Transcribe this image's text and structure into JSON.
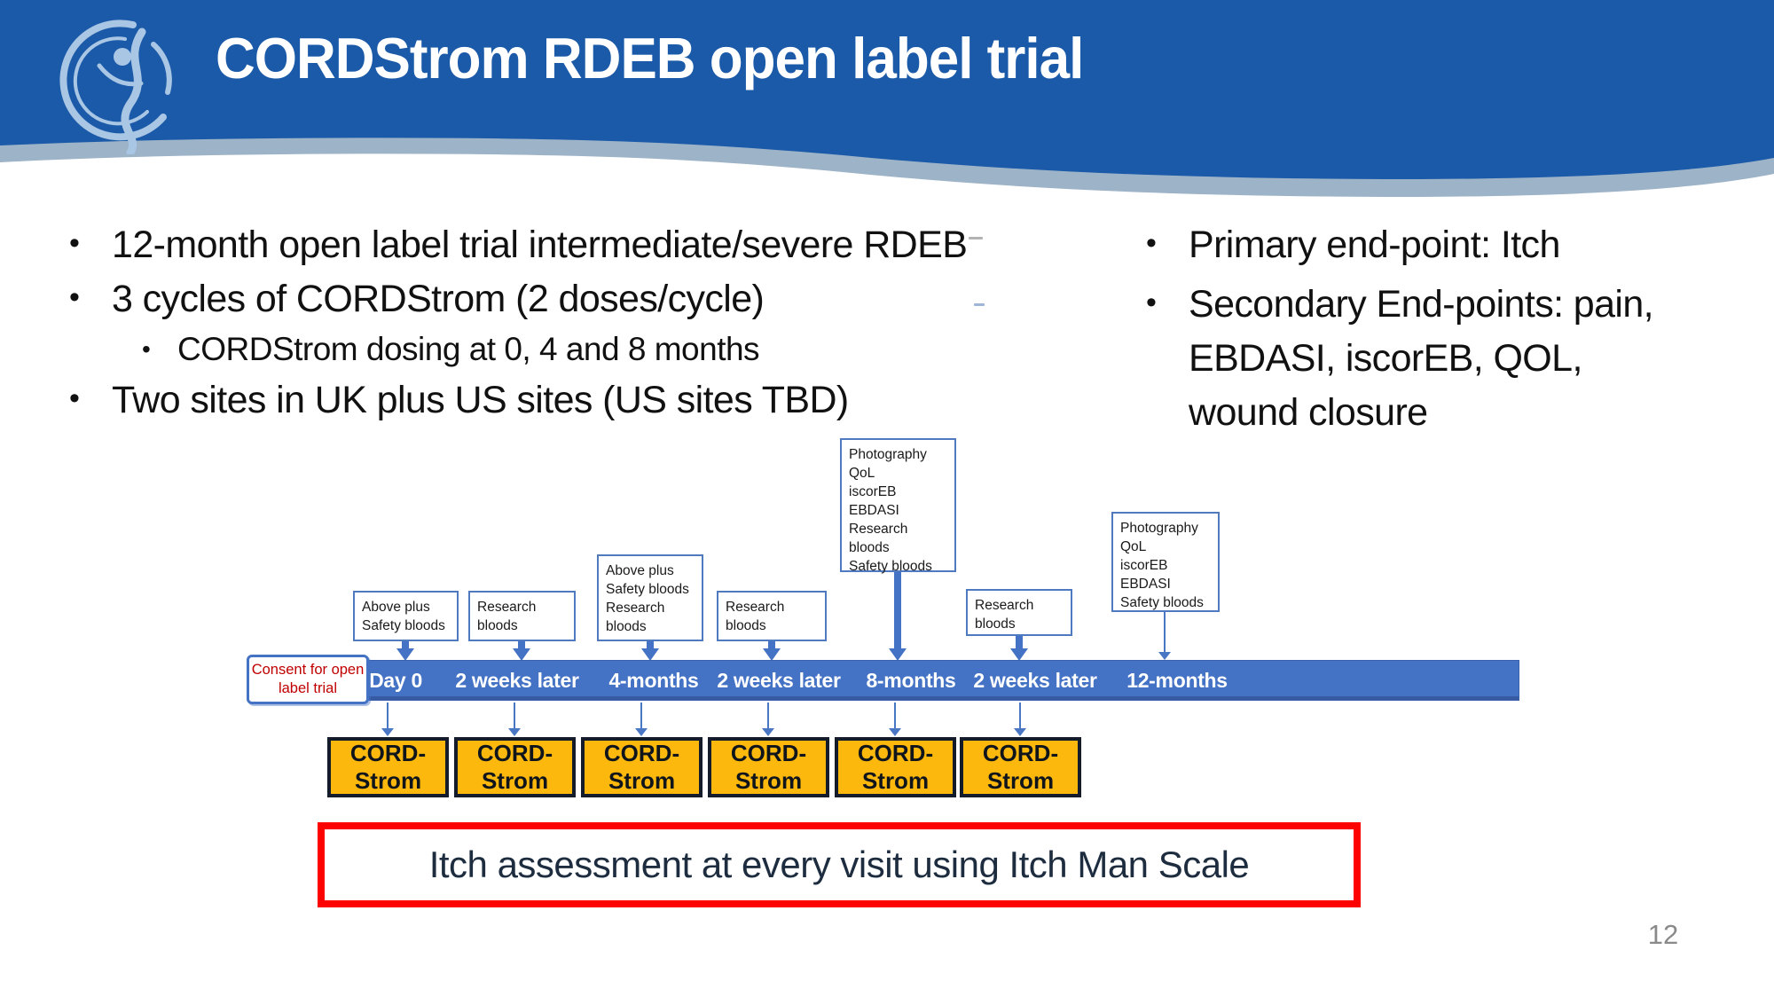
{
  "slide": {
    "title": "CORDStrom RDEB open label trial",
    "page_number": "12"
  },
  "icons": {
    "logo": "person-in-circle-logo"
  },
  "colors": {
    "header_blue": "#1b5aa8",
    "wave_gray": "#9db3c8",
    "bar_blue": "#4472c4",
    "cord_yellow": "#fcb80d",
    "alert_red": "#fe0202",
    "consent_red": "#c00000"
  },
  "left_bullets": [
    {
      "text": "12-month open label trial intermediate/severe RDEB"
    },
    {
      "text": "3 cycles of CORDStrom (2 doses/cycle)"
    },
    {
      "text": "CORDStrom dosing at 0, 4 and 8 months"
    },
    {
      "text": "Two sites in UK plus US sites (US sites TBD)"
    }
  ],
  "right_bullets": [
    {
      "text": "Primary end-point: Itch"
    },
    {
      "text": "Secondary End-points: pain, EBDASI, iscorEB, QOL, wound closure"
    }
  ],
  "timeline": {
    "consent_label": "Consent for open label trial",
    "cord_label": "CORD-\nStrom",
    "stops": [
      {
        "label": "Day 0",
        "callout": "Above plus\nSafety bloods"
      },
      {
        "label": "2 weeks later",
        "callout": "Research\nbloods"
      },
      {
        "label": "4-months",
        "callout": "Above plus\nSafety bloods\nResearch\nbloods"
      },
      {
        "label": "2 weeks later",
        "callout": "Research\nbloods"
      },
      {
        "label": "8-months",
        "callout": "Photography\nQoL\niscorEB\nEBDASI\nResearch\nbloods\nSafety bloods"
      },
      {
        "label": "2 weeks later",
        "callout": "Research\nbloods"
      },
      {
        "label": "12-months",
        "callout": "Photography\nQoL\niscorEB\nEBDASI\nSafety bloods"
      }
    ]
  },
  "itch_banner_text": "Itch assessment at every visit using Itch Man Scale"
}
